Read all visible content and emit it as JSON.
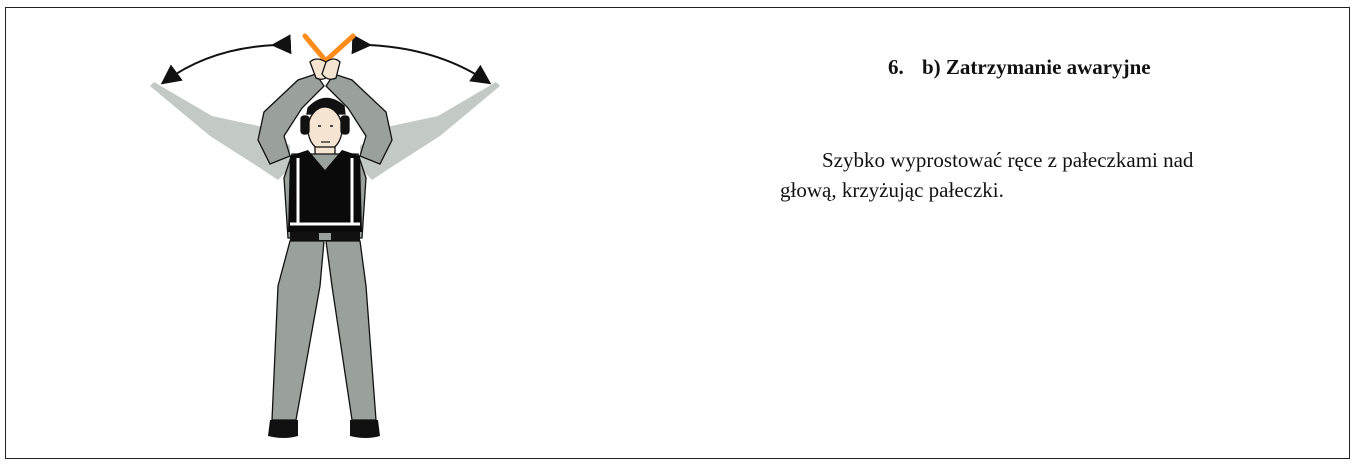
{
  "section": {
    "number": "6.",
    "title": "b) Zatrzymanie awaryjne"
  },
  "description": {
    "line1": "Szybko wyprostować ręce z pałeczkami nad",
    "line2": "głową,  krzyżując pałeczki."
  },
  "illustration": {
    "icon": "marshaller-emergency-stop-icon",
    "colors": {
      "wand": "#ff8c1a",
      "uniform": "#9aa09c",
      "ghost_arms": "#c3cac6",
      "vest": "#0a0a0a",
      "stripe": "#ffffff"
    }
  }
}
